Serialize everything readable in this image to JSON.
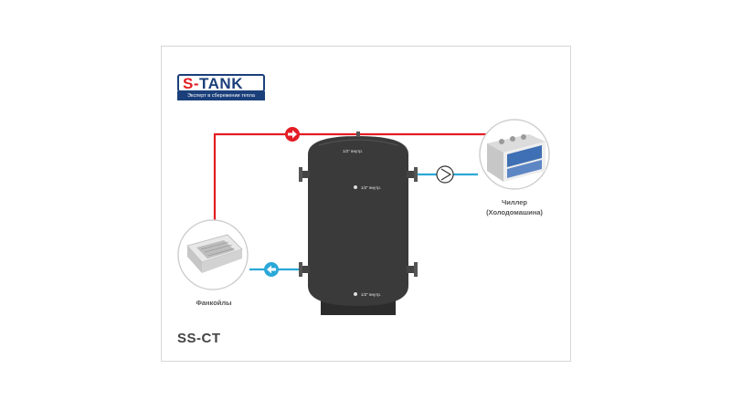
{
  "brand": {
    "name": "S-TANK",
    "tagline": "Эксперт в сбережении тепла"
  },
  "tank": {
    "port_label": "1/2\" внутр."
  },
  "labels": {
    "fancoils": "Фанкойлы",
    "chiller_line1": "Чиллер",
    "chiller_line2": "(Холодомашина)"
  },
  "model": "SS-CT",
  "colors": {
    "supply_line": "#e31e24",
    "return_line": "#2ba8d8",
    "tank_body": "#3a3a3a",
    "brand_blue": "#1b3f7a"
  },
  "icons": {
    "flow_out": "right-arrow-icon",
    "flow_in": "left-arrow-icon",
    "pump": "pump-icon"
  }
}
